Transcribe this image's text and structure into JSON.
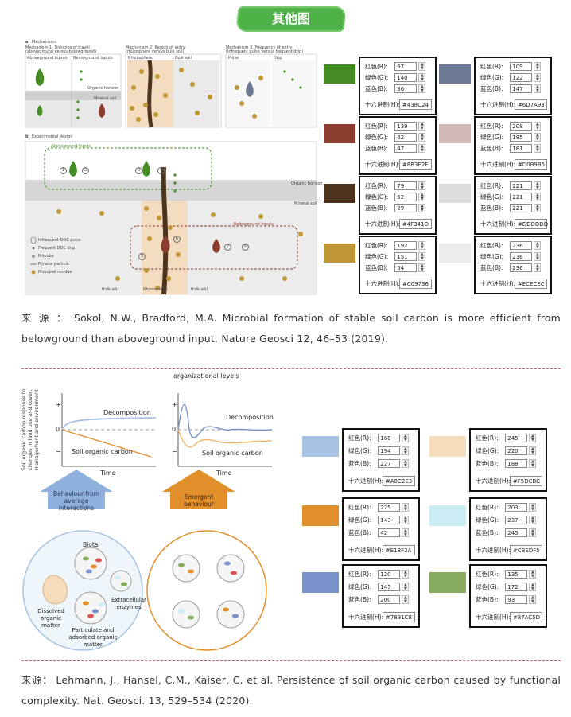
{
  "banner": {
    "title": "其他图"
  },
  "figure1": {
    "panel_a_label": "a",
    "mechanisms_title": "Mechanisms",
    "mech1_title": "Mechanism 1: Distance of travel",
    "mech1_sub": "(aboveground versus belowground)",
    "mech2_title": "Mechanism 2: Region of entry",
    "mech2_sub": "(rhizosphere versus bulk soil)",
    "mech3_title": "Mechanism 3: Frequency of entry",
    "mech3_sub": "(infrequent pulse versus frequent drip)",
    "aboveground_inputs": "Aboveground inputs",
    "belowground_inputs": "Belowground inputs",
    "rhizosphere": "Rhizosphere",
    "bulk_soil": "Bulk soil",
    "pulse": "Pulse",
    "drip": "Drip",
    "organic_horizon": "Organic horizon",
    "mineral_soil": "Mineral soil",
    "panel_b_label": "b",
    "experimental_design": "Experimental design",
    "b_aboveground_inputs": "Aboveground inputs",
    "b_belowground_inputs": "Belowground inputs",
    "b_organic_horizon": "Organic horizon",
    "b_mineral_soil": "Mineral soil",
    "legend": [
      "Infrequent DOC pulse",
      "Frequent DOC drip",
      "Microbe",
      "Mineral particle",
      "Microbial residue"
    ],
    "b_bulk_soil_left": "Bulk soil",
    "b_rhizosphere": "Rhizosphere",
    "b_bulk_soil_right": "Bulk soil",
    "markers": [
      "1",
      "2",
      "3",
      "4",
      "5",
      "6",
      "7",
      "8"
    ]
  },
  "panels_top": [
    {
      "color": "#438C24",
      "r": "67",
      "g": "140",
      "b": "36",
      "hex": "#438C24"
    },
    {
      "color": "#6D7A93",
      "r": "109",
      "g": "122",
      "b": "147",
      "hex": "#6D7A93"
    },
    {
      "color": "#8B3E2F",
      "r": "139",
      "g": "62",
      "b": "47",
      "hex": "#8B3E2F"
    },
    {
      "color": "#D0B9B5",
      "r": "208",
      "g": "185",
      "b": "181",
      "hex": "#D0B9B5"
    },
    {
      "color": "#4F341D",
      "r": "79",
      "g": "52",
      "b": "29",
      "hex": "#4F341D"
    },
    {
      "color": "#DDDDDD",
      "r": "221",
      "g": "221",
      "b": "221",
      "hex": "#DDDDDD"
    },
    {
      "color": "#C09736",
      "r": "192",
      "g": "151",
      "b": "54",
      "hex": "#C09736"
    },
    {
      "color": "#ECECEC",
      "r": "236",
      "g": "236",
      "b": "236",
      "hex": "#ECECEC"
    }
  ],
  "panel_labels": {
    "red": "红色(R):",
    "green": "绿色(G):",
    "blue": "蓝色(B):",
    "hex": "十六进制(H):"
  },
  "caption1": "来 源 ： Sokol, N.W., Bradford, M.A. Microbial formation of stable soil carbon is more efficient from belowground than aboveground input. Nature Geosci 12, 46–53 (2019).",
  "figure2": {
    "top_label": "organizational levels",
    "y_axis_label": "Soil organic carbon response to changes in land use and cover, management and environment",
    "plus": "+",
    "zero": "0",
    "minus": "−",
    "decomposition_left": "Decomposition",
    "soc_left": "Soil organic carbon",
    "time_left": "Time",
    "decomposition_right": "Decomposition",
    "soc_right": "Soil organic carbon",
    "time_right": "Time",
    "arrow_left": "Behaviour from average interactions",
    "arrow_right": "Emergent behaviour",
    "biota": "Biota",
    "extracellular": "Extracellular enzymes",
    "dissolved": "Dissolved organic matter",
    "particulate": "Particulate and adsorbed organic matter"
  },
  "panels_bottom": [
    {
      "color": "#A8C2E3",
      "r": "168",
      "g": "194",
      "b": "227",
      "hex": "#A8C2E3"
    },
    {
      "color": "#F5DCBC",
      "r": "245",
      "g": "220",
      "b": "188",
      "hex": "#F5DCBC"
    },
    {
      "color": "#E18F2A",
      "r": "225",
      "g": "143",
      "b": "42",
      "hex": "#E18F2A"
    },
    {
      "color": "#CBEDF5",
      "r": "203",
      "g": "237",
      "b": "245",
      "hex": "#CBEDF5"
    },
    {
      "color": "#7891C8",
      "r": "120",
      "g": "145",
      "b": "200",
      "hex": "#7891C8"
    },
    {
      "color": "#87AC5D",
      "r": "135",
      "g": "172",
      "b": "93",
      "hex": "#87AC5D"
    }
  ],
  "caption2": "来源： Lehmann, J., Hansel, C.M., Kaiser, C. et al. Persistence of soil organic carbon caused by functional complexity. Nat. Geosci. 13, 529–534 (2020)."
}
